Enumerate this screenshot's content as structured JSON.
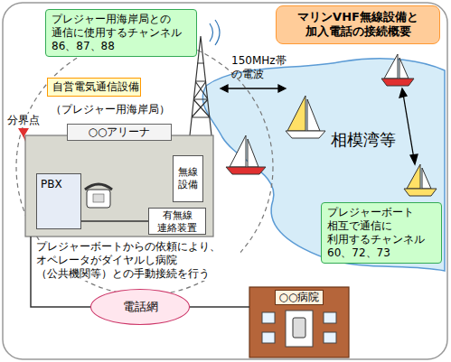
{
  "diagram": {
    "nodes": [
      {
        "text": [
          "マリンVHF無線設備と 加入電話の接続概要"
        ]
      },
      {
        "text": [
          "プレジャー用海岸局との 通信に使用するチャンネル 86、87、88"
        ]
      },
      {
        "text": [
          "自営電気通信設備"
        ]
      },
      {
        "text": [
          "○○アリーナ"
        ]
      },
      {
        "text": [
          "PBX"
        ],
        "in": 3
      },
      {
        "text": [
          "無線 設備"
        ],
        "in": 3
      },
      {
        "text": [
          "有無線 連絡装置"
        ],
        "in": 3
      },
      {
        "text": [
          "電話網"
        ]
      },
      {
        "text": [
          "○○病院"
        ]
      },
      {
        "text": [
          "プレジャーボート 相互で通信に 利用するチャンネル 60、72、73"
        ]
      }
    ],
    "edges": [
      {
        "from": 3,
        "to": 7,
        "arrow": "none"
      },
      {
        "from": 7,
        "to": 8,
        "arrow": "none"
      },
      {
        "from": 4,
        "to": 6,
        "arrow": "none"
      }
    ],
    "labels": [
      "150MHz帯 の電波",
      "（プレジャー用海岸局）",
      "分界点",
      "プレジャーボートからの依頼により、 オペレータがダイヤルし病院 （公共機関等）との手動接続を行う",
      "相模湾等"
    ]
  }
}
